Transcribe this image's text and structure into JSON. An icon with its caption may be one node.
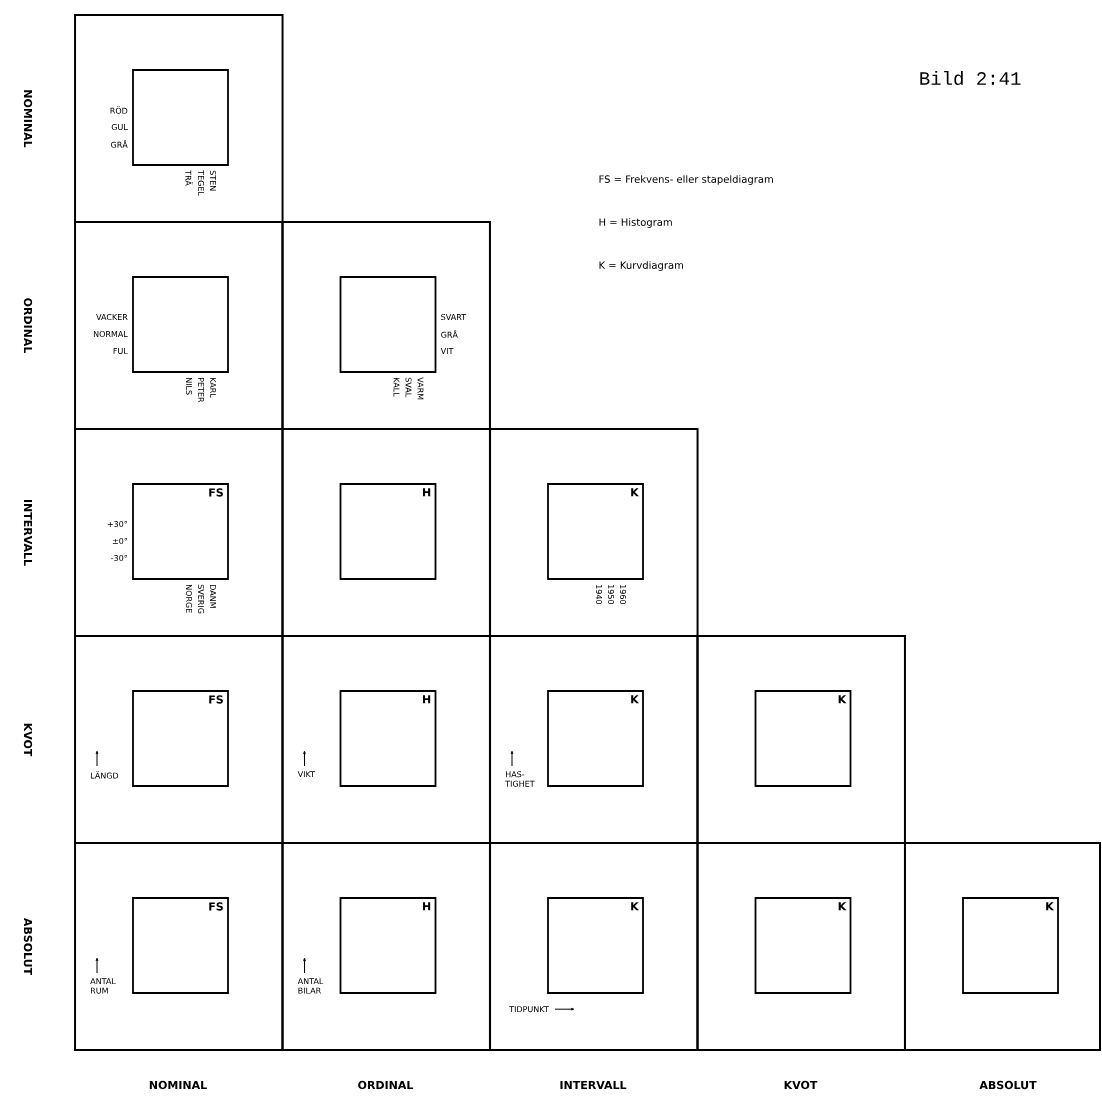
{
  "diagram": {
    "title": "Bild 2:41",
    "nodes": [
      {
        "text": [],
        "shape": "box"
      },
      {
        "text": [],
        "shape": "box",
        "in": 0,
        "beside": [
          "RÖD",
          "GUL",
          "GRÅ",
          "STEN",
          "TEGEL",
          "TRÄ"
        ]
      },
      {
        "text": [],
        "shape": "box"
      },
      {
        "text": [],
        "shape": "box",
        "in": 2,
        "beside": [
          "VACKER",
          "NORMAL",
          "FUL",
          "KARL",
          "PETER",
          "NILS"
        ]
      },
      {
        "text": [],
        "shape": "box"
      },
      {
        "text": [],
        "shape": "box",
        "in": 4,
        "beside": [
          "SVART",
          "GRÅ",
          "VIT",
          "VARM",
          "SVAL",
          "KALL"
        ]
      },
      {
        "text": [],
        "shape": "box"
      },
      {
        "text": [
          "FS"
        ],
        "in": 6,
        "beside": [
          "+30°",
          "±0°",
          "-30°",
          "DANM",
          "SVERIG",
          "NORGE"
        ]
      },
      {
        "text": [],
        "shape": "box"
      },
      {
        "text": [
          "H"
        ],
        "in": 8
      },
      {
        "text": [],
        "shape": "box"
      },
      {
        "text": [
          "K"
        ],
        "in": 10,
        "beside": [
          "1960",
          "1950",
          "1940"
        ]
      },
      {
        "text": [],
        "shape": "box"
      },
      {
        "text": [
          "FS"
        ],
        "in": 12,
        "beside": [
          "LÄNGD"
        ]
      },
      {
        "text": [],
        "shape": "box"
      },
      {
        "text": [
          "H"
        ],
        "in": 14,
        "beside": [
          "VIKT"
        ]
      },
      {
        "text": [],
        "shape": "box"
      },
      {
        "text": [
          "K"
        ],
        "in": 16,
        "beside": [
          "HAS- TIGHET"
        ]
      },
      {
        "text": [],
        "shape": "box"
      },
      {
        "text": [
          "K"
        ],
        "in": 18
      },
      {
        "text": [],
        "shape": "box"
      },
      {
        "text": [
          "FS"
        ],
        "in": 20,
        "beside": [
          "ANTAL RUM"
        ]
      },
      {
        "text": [],
        "shape": "box"
      },
      {
        "text": [
          "H"
        ],
        "in": 22,
        "beside": [
          "ANTAL BILAR"
        ]
      },
      {
        "text": [],
        "shape": "box"
      },
      {
        "text": [
          "K"
        ],
        "in": 24,
        "beside": [
          "TIDPUNKT"
        ]
      },
      {
        "text": [],
        "shape": "box"
      },
      {
        "text": [
          "K"
        ],
        "in": 26
      },
      {
        "text": [],
        "shape": "box"
      },
      {
        "text": [
          "K"
        ],
        "in": 28
      }
    ],
    "labels": [
      "FS = Frekvens- eller stapeldiagram",
      "H = Histogram",
      "K = Kurvdiagram",
      "NOMINAL",
      "ORDINAL",
      "INTERVALL",
      "KVOT",
      "ABSOLUT",
      "NOMINAL",
      "ORDINAL",
      "INTERVALL",
      "KVOT",
      "ABSOLUT"
    ]
  }
}
